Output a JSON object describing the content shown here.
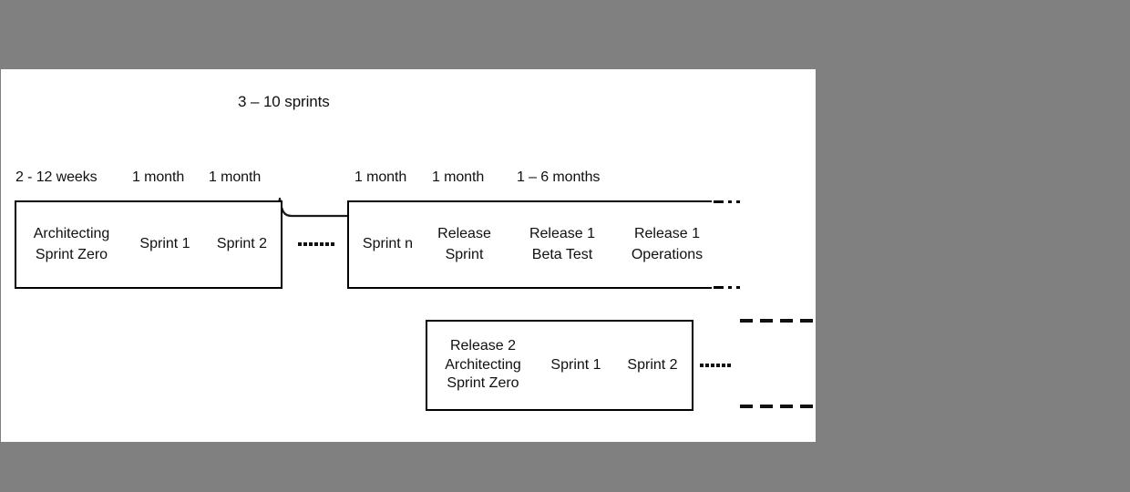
{
  "diagram": {
    "title_group_label": "3 – 10 sprints",
    "duration_labels": {
      "sprint_zero": "2 - 12 weeks",
      "sprint1": "1 month",
      "sprint2": "1 month",
      "sprintn": "1 month",
      "release_sprint": "1 month",
      "beta_test": "1 – 6 months"
    },
    "row1": {
      "boxes": [
        {
          "line1": "Architecting",
          "line2": "Sprint Zero"
        },
        {
          "line1": "Sprint 1",
          "line2": ""
        },
        {
          "line1": "Sprint 2",
          "line2": ""
        },
        {
          "line1": "Sprint n",
          "line2": ""
        },
        {
          "line1": "Release",
          "line2": "Sprint"
        },
        {
          "line1": "Release 1",
          "line2": "Beta Test"
        },
        {
          "line1": "Release 1",
          "line2": "Operations"
        }
      ]
    },
    "row2": {
      "boxes": [
        {
          "line1": "Release 2",
          "line2": "Architecting",
          "line3": "Sprint Zero"
        },
        {
          "line1": "Sprint 1",
          "line2": "",
          "line3": ""
        },
        {
          "line1": "Sprint 2",
          "line2": "",
          "line3": ""
        }
      ]
    },
    "colors": {
      "background": "#808080",
      "canvas": "#ffffff",
      "stroke": "#000000",
      "text": "#101010"
    }
  }
}
